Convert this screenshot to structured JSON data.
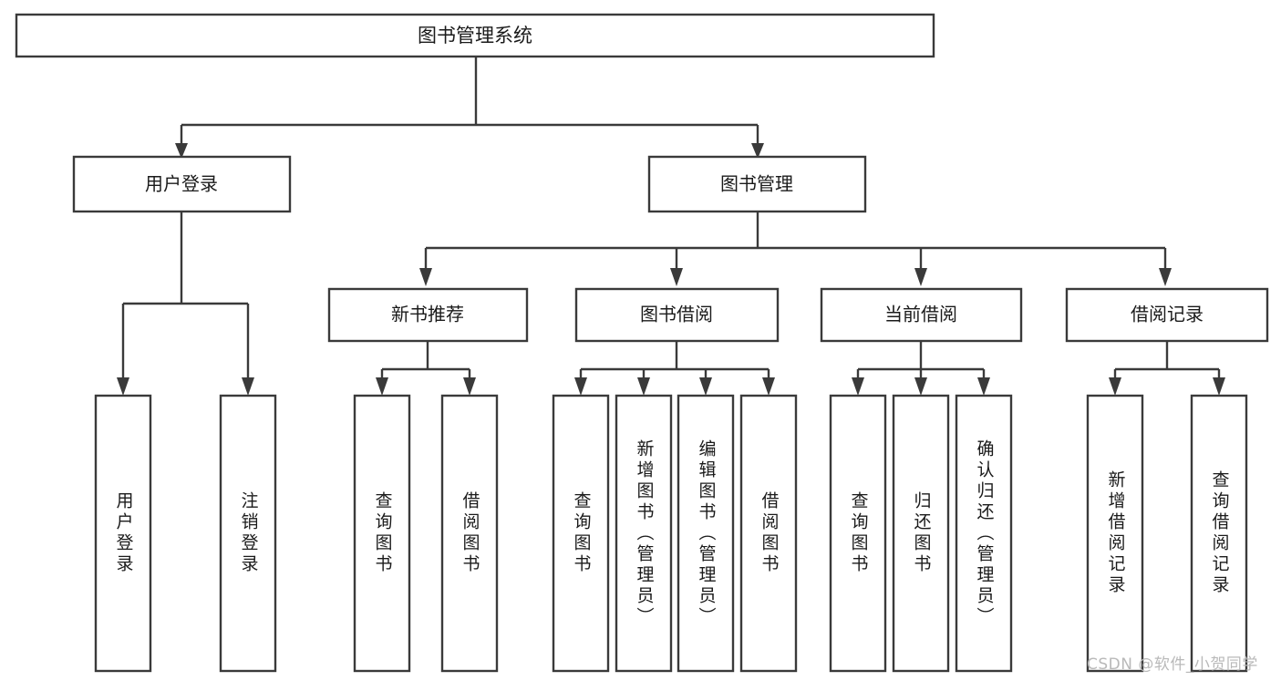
{
  "diagram": {
    "title": "图书管理系统",
    "type": "tree-hierarchy-diagram",
    "orientation": "top-down",
    "colors": {
      "box_stroke": "#3a3a3a",
      "box_fill": "#ffffff",
      "connector": "#3a3a3a",
      "text": "#1a1a1a",
      "watermark": "#b9b9b9",
      "background": "#ffffff"
    },
    "root": {
      "label": "图书管理系统"
    },
    "level2": [
      {
        "label": "用户登录"
      },
      {
        "label": "图书管理"
      }
    ],
    "level3": [
      {
        "label": "新书推荐"
      },
      {
        "label": "图书借阅"
      },
      {
        "label": "当前借阅"
      },
      {
        "label": "借阅记录"
      }
    ],
    "leaves": {
      "user_login": [
        {
          "label": "用户登录"
        },
        {
          "label": "注销登录"
        }
      ],
      "new_book_recommend": [
        {
          "label": "查询图书"
        },
        {
          "label": "借阅图书"
        }
      ],
      "book_borrow": [
        {
          "label": "查询图书"
        },
        {
          "label": "新增图书（管理员）"
        },
        {
          "label": "编辑图书（管理员）"
        },
        {
          "label": "借阅图书"
        }
      ],
      "current_borrow": [
        {
          "label": "查询图书"
        },
        {
          "label": "归还图书"
        },
        {
          "label": "确认归还（管理员）"
        }
      ],
      "borrow_record": [
        {
          "label": "新增借阅记录"
        },
        {
          "label": "查询借阅记录"
        }
      ]
    }
  },
  "watermark": {
    "text": "CSDN @软件_小贺同学"
  }
}
